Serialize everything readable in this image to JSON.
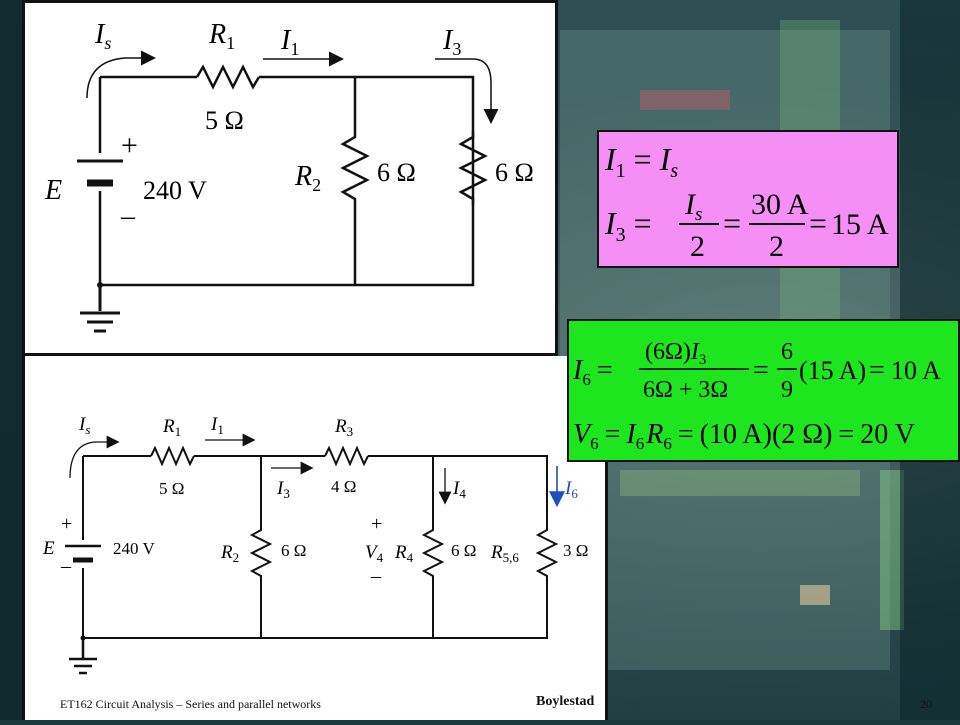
{
  "figure1": {
    "source_voltage_label": "E",
    "source_voltage_value": "240 V",
    "plus_sign": "+",
    "minus_sign": "–",
    "r1_name": "R",
    "r1_sub": "1",
    "r1_value": "5 Ω",
    "r2_name": "R",
    "r2_sub": "2",
    "r2_value": "6 Ω",
    "r3_value": "6 Ω",
    "current_s": "I",
    "current_s_sub": "s",
    "current_1": "I",
    "current_1_sub": "1",
    "current_3": "I",
    "current_3_sub": "3"
  },
  "figure2": {
    "source_voltage_label": "E",
    "source_voltage_value": "240 V",
    "plus_sign": "+",
    "minus_sign": "–",
    "current_s": "I",
    "current_s_sub": "s",
    "r1_name": "R",
    "r1_sub": "1",
    "r1_value": "5 Ω",
    "current_1": "I",
    "current_1_sub": "1",
    "r3_name": "R",
    "r3_sub": "3",
    "r3_value": "4 Ω",
    "current_3": "I",
    "current_3_sub": "3",
    "r2_name": "R",
    "r2_sub": "2",
    "r2_value": "6 Ω",
    "v4_name": "V",
    "v4_sub": "4",
    "r4_name": "R",
    "r4_sub": "4",
    "r4_value": "6 Ω",
    "current_4": "I",
    "current_4_sub": "4",
    "r56_name": "R",
    "r56_sub": "5,6",
    "r56_value": "3 Ω",
    "current_6": "I",
    "current_6_sub": "6"
  },
  "equation_box_1": {
    "line1_lhs": "I",
    "line1_lhs_sub": "1",
    "line1_eq": "=",
    "line1_rhs": "I",
    "line1_rhs_sub": "s",
    "line2_lhs": "I",
    "line2_lhs_sub": "3",
    "line2_eq": "=",
    "line2_frac1_num": "I",
    "line2_frac1_num_sub": "s",
    "line2_frac1_den": "2",
    "line2_eq2": "=",
    "line2_frac2_num": "30 A",
    "line2_frac2_den": "2",
    "line2_eq3": "=",
    "line2_result": "15 A"
  },
  "equation_box_2": {
    "line1_lhs": "I",
    "line1_lhs_sub": "6",
    "line1_eq": "=",
    "line1_frac1_num_a": "(6Ω)",
    "line1_frac1_num_b": "I",
    "line1_frac1_num_b_sub": "3",
    "line1_frac1_den": "6Ω + 3Ω",
    "line1_eq2": "=",
    "line1_frac2_num": "6",
    "line1_frac2_den": "9",
    "line1_paren": "(15 A)",
    "line1_eq3": "=",
    "line1_result": "10 A",
    "line2_lhs": "V",
    "line2_lhs_sub": "6",
    "line2_eq": "=",
    "line2_i": "I",
    "line2_i_sub": "6",
    "line2_r": "R",
    "line2_r_sub": "6",
    "line2_eq2": "=",
    "line2_product": "(10 A)(2 Ω)",
    "line2_eq3": "=",
    "line2_result": "20 V"
  },
  "footer": {
    "course_text": "ET162 Circuit Analysis – Series and parallel networks",
    "author": "Boylestad",
    "page_number": "20"
  },
  "colors": {
    "eq1_background": "#f58ff5",
    "eq2_background": "#1ee61e",
    "i6_arrow_color": "#1f4fbf"
  }
}
